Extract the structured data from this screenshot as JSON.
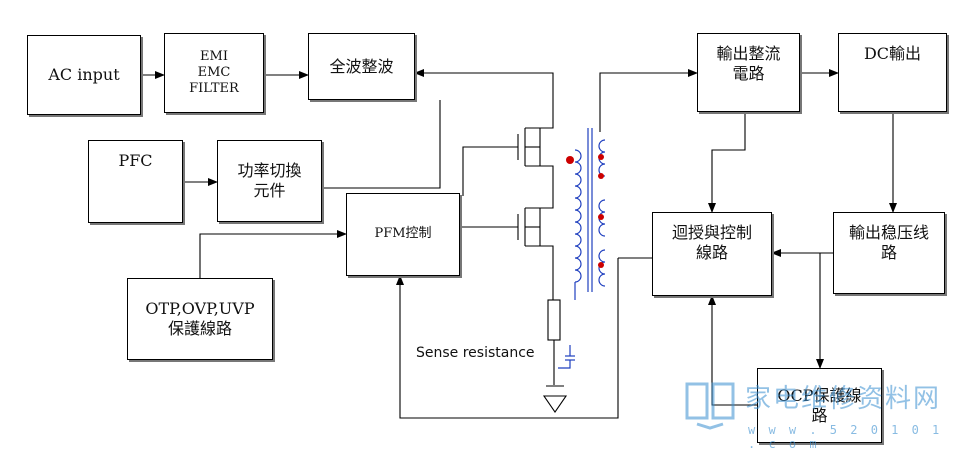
{
  "blocks": {
    "ac_input": "AC input",
    "emi_filter": "EMI\nEMC\nFILTER",
    "rectifier": "全波整波",
    "pfc": "PFC",
    "power_switch": "功率切換\n元件",
    "pfm_control": "PFM控制",
    "protection": "OTP,OVP,UVP\n保護線路",
    "output_rectifier": "輸出整流\n電路",
    "dc_output": "DC輸出",
    "feedback_control": "迴授與控制\n線路",
    "output_regulator": "輸出稳压线\n路",
    "ocp_protection": "OCP保護線\n路"
  },
  "labels": {
    "sense_resistance": "Sense resistance"
  },
  "watermark": {
    "main": "家电维修资料网",
    "url": "w w w . 5 2 0 1 0 1 . c o m"
  },
  "colors": {
    "line": "#000000",
    "transformer": "#1f3fbf",
    "dot": "#cc0000",
    "watermark": "#3a8fd0"
  }
}
